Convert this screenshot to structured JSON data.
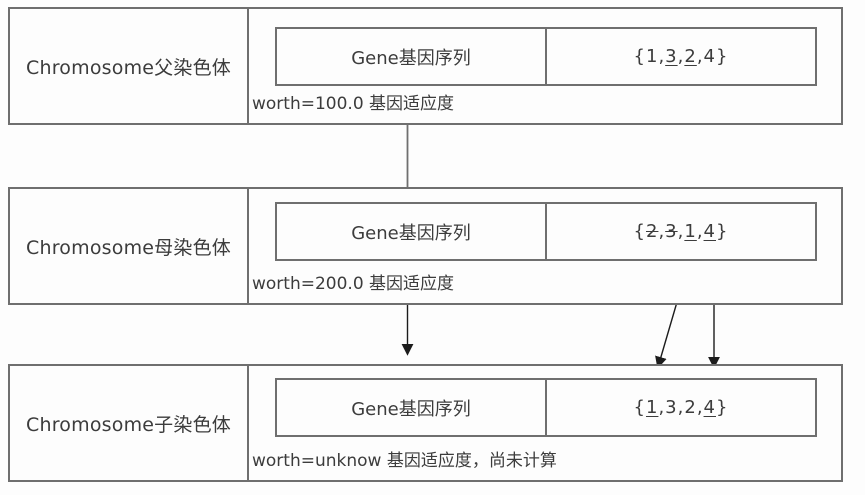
{
  "colors": {
    "border": "#6f6f6f",
    "text": "#3c3c3c",
    "arrow": "#1c1c1c",
    "background": "#fdfdfd"
  },
  "rows": [
    {
      "label": "Chromosome父染色体",
      "gene_label": "Gene基因序列",
      "gene_set": {
        "open": "{",
        "close": "}",
        "items": [
          {
            "value": "1",
            "decoration": "none"
          },
          {
            "value": "3",
            "decoration": "underline"
          },
          {
            "value": "2",
            "decoration": "underline"
          },
          {
            "value": "4",
            "decoration": "none"
          }
        ]
      },
      "worth": "worth=100.0 基因适应度"
    },
    {
      "label": "Chromosome母染色体",
      "gene_label": "Gene基因序列",
      "gene_set": {
        "open": "{",
        "close": "}",
        "items": [
          {
            "value": "2",
            "decoration": "strike"
          },
          {
            "value": "3",
            "decoration": "strike"
          },
          {
            "value": "1",
            "decoration": "underline"
          },
          {
            "value": "4",
            "decoration": "underline"
          }
        ]
      },
      "worth": "worth=200.0 基因适应度"
    },
    {
      "label": "Chromosome子染色体",
      "gene_label": "Gene基因序列",
      "gene_set": {
        "open": "{",
        "close": "}",
        "items": [
          {
            "value": "1",
            "decoration": "underline"
          },
          {
            "value": "3",
            "decoration": "none"
          },
          {
            "value": "2",
            "decoration": "none"
          },
          {
            "value": "4",
            "decoration": "underline"
          }
        ]
      },
      "worth": "worth=unknow 基因适应度，尚未计算"
    }
  ],
  "connectors": [
    {
      "name": "father-to-mother-line",
      "type": "line"
    },
    {
      "name": "mother-to-child-arrow",
      "type": "arrow"
    },
    {
      "name": "gene-1-inherit-arrow",
      "type": "arrow"
    },
    {
      "name": "gene-4-inherit-arrow",
      "type": "arrow"
    }
  ]
}
